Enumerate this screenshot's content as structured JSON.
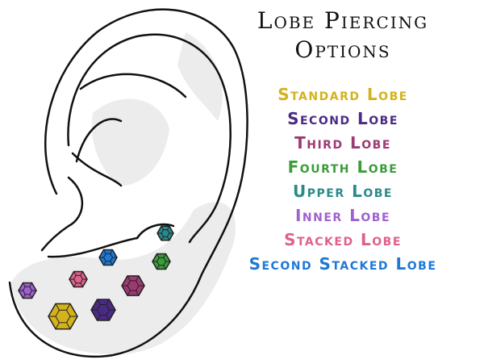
{
  "title": {
    "line1": "Lobe Piercing",
    "line2": "Options"
  },
  "options": [
    {
      "label": "Standard Lobe",
      "color": "#d4b21c"
    },
    {
      "label": "Second Lobe",
      "color": "#4b2a86"
    },
    {
      "label": "Third Lobe",
      "color": "#9c3a72"
    },
    {
      "label": "Fourth Lobe",
      "color": "#3b9c3a"
    },
    {
      "label": "Upper Lobe",
      "color": "#2a8a8a"
    },
    {
      "label": "Inner Lobe",
      "color": "#a060d0"
    },
    {
      "label": "Stacked Lobe",
      "color": "#e0608a"
    },
    {
      "label": "Second Stacked Lobe",
      "color": "#1f78d6"
    }
  ]
}
